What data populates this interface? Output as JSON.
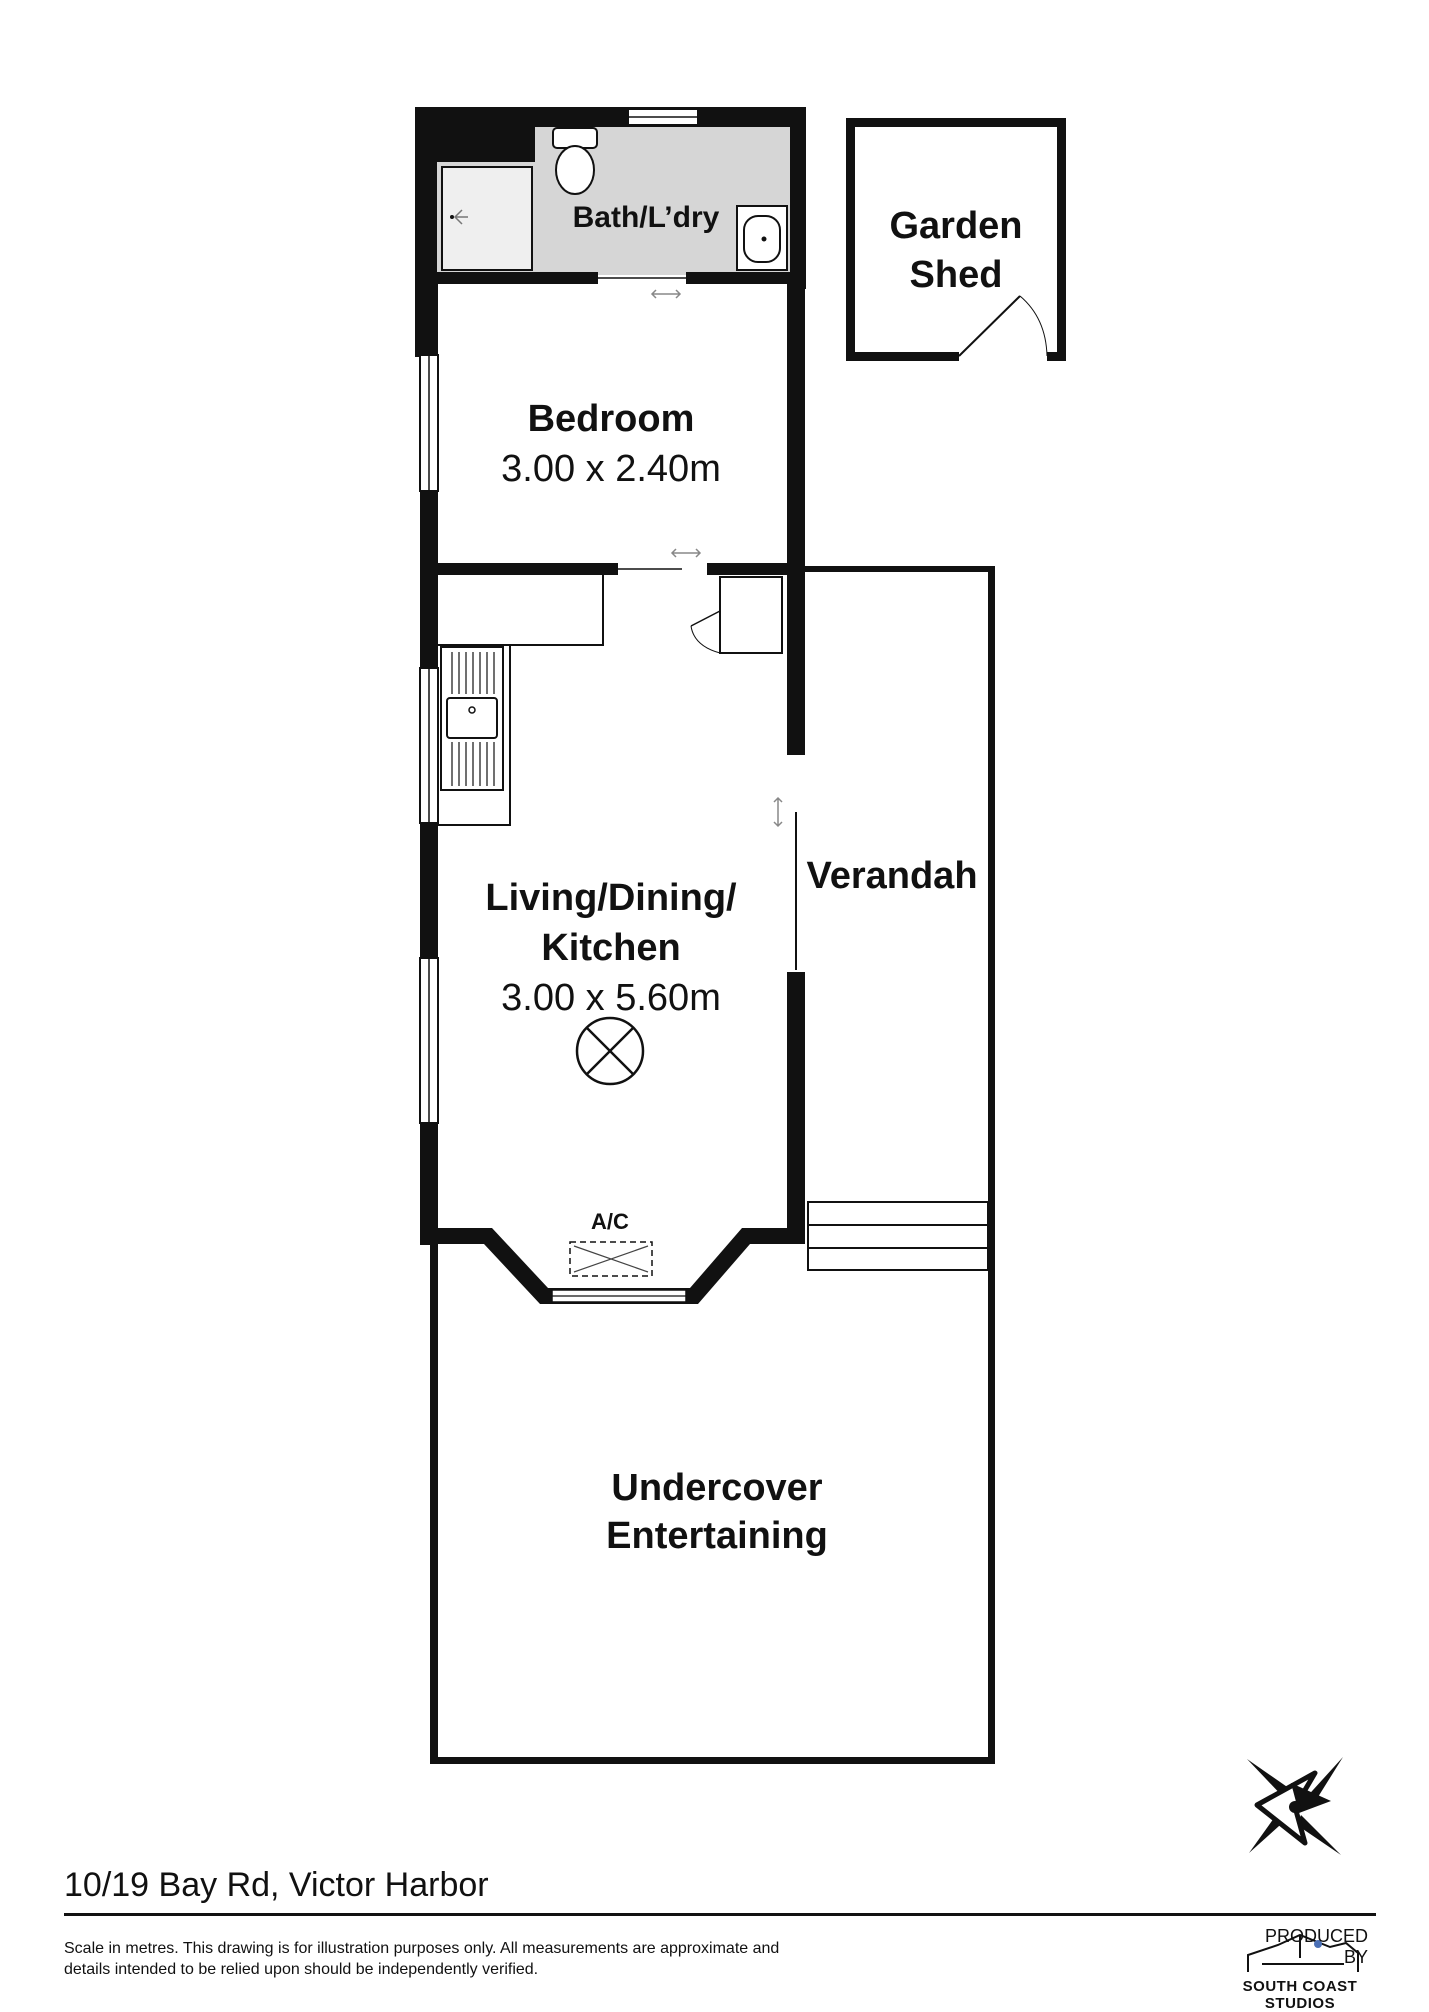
{
  "rooms": {
    "bath": {
      "name": "Bath/L’dry"
    },
    "shed": {
      "line1": "Garden",
      "line2": "Shed"
    },
    "bedroom": {
      "name": "Bedroom",
      "dims": "3.00 x 2.40m"
    },
    "living": {
      "line1": "Living/Dining/",
      "line2": "Kitchen",
      "dims": "3.00 x 5.60m"
    },
    "verandah": {
      "name": "Verandah"
    },
    "entertaining": {
      "line1": "Undercover",
      "line2": "Entertaining"
    },
    "ac": {
      "label": "A/C"
    }
  },
  "footer": {
    "address": "10/19 Bay Rd, Victor Harbor",
    "disclaimer": "Scale in metres. This drawing is for illustration purposes only. All measurements are approximate and details intended to be relied upon should be independently verified.",
    "produced_by": "PRODUCED BY",
    "studio": "SOUTH COAST STUDIOS"
  },
  "colors": {
    "wall": "#111111",
    "wet_area": "#d6d6d6",
    "window": "#ffffff"
  }
}
